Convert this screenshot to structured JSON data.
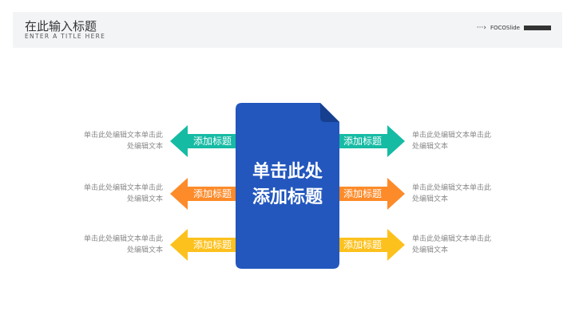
{
  "header": {
    "title": "在此输入标题",
    "subtitle": "ENTER A TITLE HERE",
    "brand": "FOCOSlide",
    "brand_icon": "dotted-arrow-icon"
  },
  "doc": {
    "line1": "单击此处",
    "line2": "添加标题",
    "color": "#2357bd"
  },
  "rows": [
    {
      "color": "#16bba4",
      "left_label": "添加标题",
      "right_label": "添加标题",
      "left_desc1": "单击此处编辑文本单击此",
      "left_desc2": "处编辑文本",
      "right_desc1": "单击此处编辑文本单击此",
      "right_desc2": "处编辑文本"
    },
    {
      "color": "#fd8b2a",
      "left_label": "添加标题",
      "right_label": "添加标题",
      "left_desc1": "单击此处编辑文本单击此",
      "left_desc2": "处编辑文本",
      "right_desc1": "单击此处编辑文本单击此",
      "right_desc2": "处编辑文本"
    },
    {
      "color": "#fdc11e",
      "left_label": "添加标题",
      "right_label": "添加标题",
      "left_desc1": "单击此处编辑文本单击此",
      "left_desc2": "处编辑文本",
      "right_desc1": "单击此处编辑文本单击此",
      "right_desc2": "处编辑文本"
    }
  ]
}
